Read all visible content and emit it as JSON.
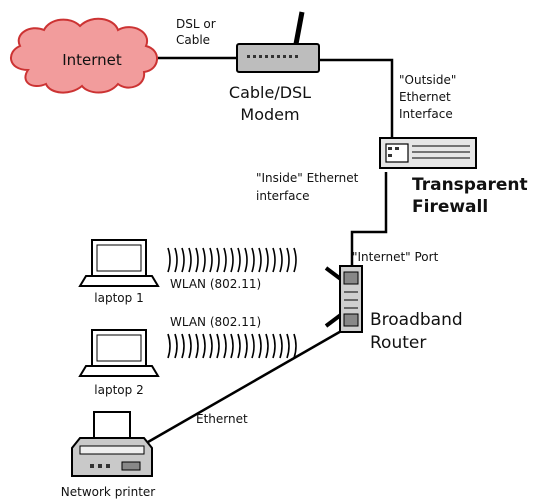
{
  "internet": {
    "label": "Internet"
  },
  "dsl_link": {
    "line1": "DSL or",
    "line2": "Cable"
  },
  "modem": {
    "line1": "Cable/DSL",
    "line2": "Modem"
  },
  "outside_interface": {
    "line1": "\"Outside\"",
    "line2": "Ethernet",
    "line3": "Interface"
  },
  "inside_interface": {
    "line1": "\"Inside\" Ethernet",
    "line2": "interface"
  },
  "firewall": {
    "line1": "Transparent",
    "line2": "Firewall"
  },
  "internet_port": {
    "label": "\"Internet\" Port"
  },
  "router": {
    "line1": "Broadband",
    "line2": "Router"
  },
  "laptop1": {
    "label": "laptop 1"
  },
  "laptop2": {
    "label": "laptop 2"
  },
  "wlan1": {
    "label": "WLAN (802.11)"
  },
  "wlan2": {
    "label": "WLAN (802.11)"
  },
  "ethernet_link": {
    "label": "Ethernet"
  },
  "printer": {
    "label": "Network printer"
  },
  "colors": {
    "cloud_fill": "#f29c9c",
    "cloud_stroke": "#cc3333",
    "device_gray": "#bdbdbd",
    "line": "#000000"
  }
}
